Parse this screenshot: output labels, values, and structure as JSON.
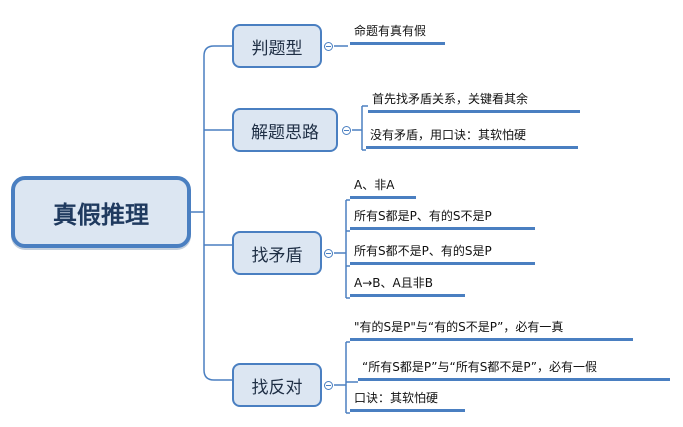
{
  "root": {
    "label": "真假推理"
  },
  "branches": [
    {
      "label": "判题型",
      "items": [
        "命题有真有假"
      ]
    },
    {
      "label": "解题思路",
      "items": [
        "首先找矛盾关系，关键看其余",
        "没有矛盾，用口诀：其软怕硬"
      ]
    },
    {
      "label": "找矛盾",
      "items": [
        "A、非A",
        "所有S都是P、有的S不是P",
        "所有S都不是P、有的S是P",
        "A→B、A且非B"
      ]
    },
    {
      "label": "找反对",
      "items": [
        "\"有的S是P\"与“有的S不是P”，必有一真",
        "“所有S都是P”与“所有S都不是P”，必有一假",
        "口诀：其软怕硬"
      ]
    }
  ],
  "colors": {
    "accent": "#4a7fc1",
    "fill": "#dce6f2"
  }
}
